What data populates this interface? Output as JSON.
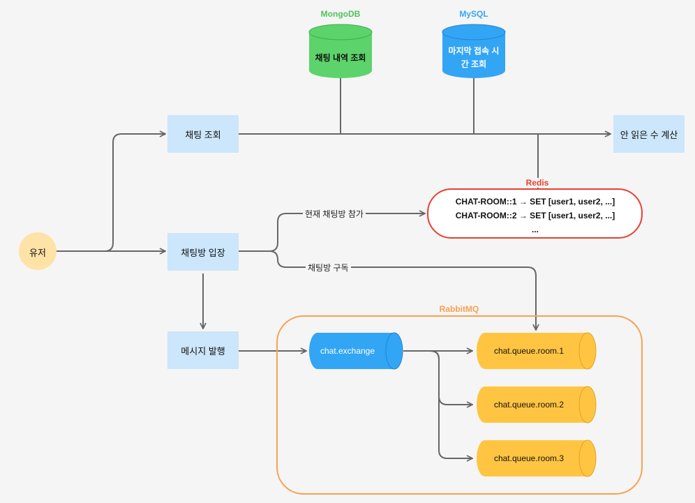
{
  "mongodb": {
    "title": "MongoDB",
    "label": "채팅 내역 조회"
  },
  "mysql": {
    "title": "MySQL",
    "label_line1": "마지막 접속 시",
    "label_line2": "간 조회"
  },
  "nodes": {
    "chat_query": "채팅 조회",
    "unread_calc": "안 읽은 수 계산",
    "user": "유저",
    "room_enter": "채팅방 입장",
    "message_publish": "메시지 발행"
  },
  "redis": {
    "title": "Redis",
    "lines": [
      "CHAT-ROOM::1 → SET [user1, user2, ...]",
      "CHAT-ROOM::2 → SET [user1, user2, ...]",
      "..."
    ]
  },
  "edges": {
    "join_current": "현재 채팅방 참가",
    "subscribe": "채팅방 구독"
  },
  "rabbitmq": {
    "title": "RabbitMQ",
    "exchange": "chat.exchange",
    "queues": [
      "chat.queue.room.1",
      "chat.queue.room.2",
      "chat.queue.room.3"
    ]
  },
  "colors": {
    "mongodb": "#5dd36b",
    "mysql": "#33a5f5",
    "box": "#cce6fb",
    "user": "#ffe2a6",
    "redis": "#e8402f",
    "rabbitmq": "#f7a24f",
    "queue": "#ffc542",
    "exchange": "#33a5f5",
    "wire": "#666666"
  }
}
